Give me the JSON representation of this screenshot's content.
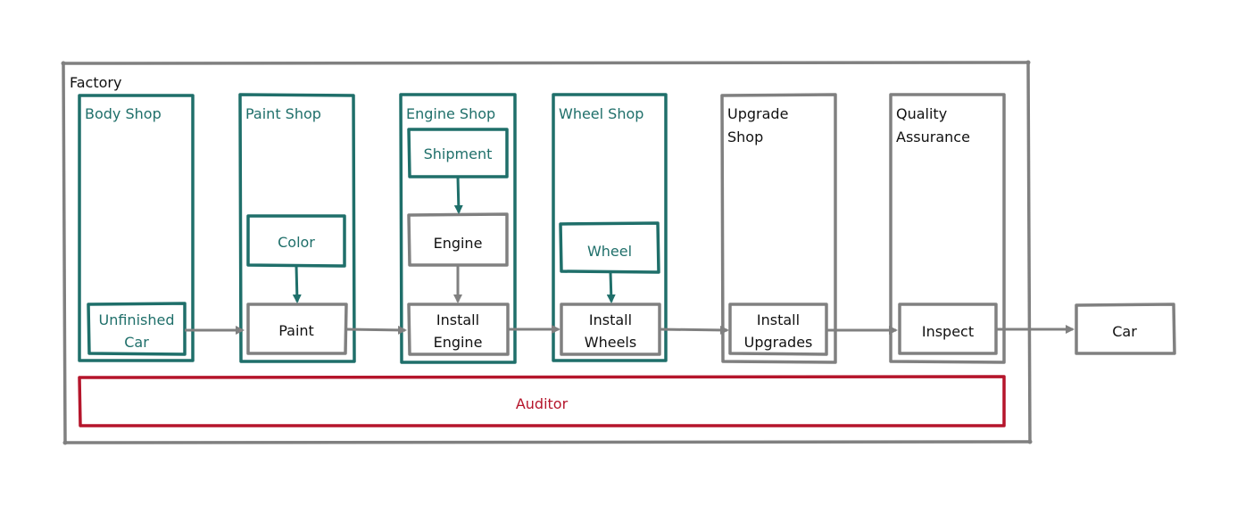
{
  "colors": {
    "teal": "#1f6f6a",
    "gray": "#808080",
    "red": "#b5152b",
    "black": "#111111"
  },
  "factory": {
    "label": "Factory"
  },
  "shops": {
    "body": {
      "title": "Body Shop"
    },
    "paint": {
      "title": "Paint Shop"
    },
    "engine": {
      "title": "Engine Shop"
    },
    "wheel": {
      "title": "Wheel Shop"
    },
    "upgrade": {
      "title_line1": "Upgrade",
      "title_line2": "Shop"
    },
    "qa": {
      "title_line1": "Quality",
      "title_line2": "Assurance"
    }
  },
  "nodes": {
    "unfinished_car": {
      "line1": "Unfinished",
      "line2": "Car"
    },
    "color": "Color",
    "paint": "Paint",
    "shipment": "Shipment",
    "engine": "Engine",
    "install_engine": {
      "line1": "Install",
      "line2": "Engine"
    },
    "wheel": "Wheel",
    "install_wheels": {
      "line1": "Install",
      "line2": "Wheels"
    },
    "install_upgrades": {
      "line1": "Install",
      "line2": "Upgrades"
    },
    "inspect": "Inspect",
    "car": "Car"
  },
  "auditor": {
    "label": "Auditor"
  }
}
